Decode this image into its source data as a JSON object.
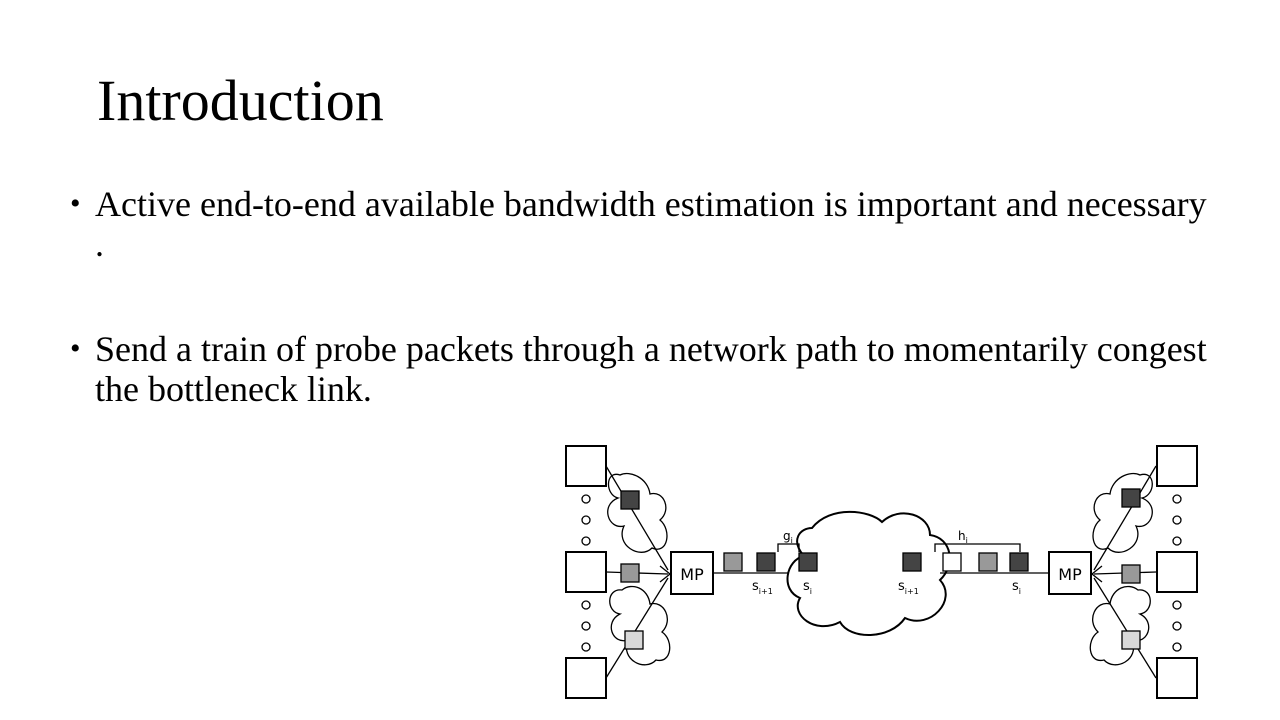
{
  "slide": {
    "title": "Introduction",
    "bullets": [
      {
        "text": "Active end-to-end available bandwidth estimation is important and necessary ."
      },
      {
        "text": "Send a train of probe packets through a network path to momentarily congest the bottleneck link."
      }
    ]
  },
  "diagram": {
    "left_mp": "MP",
    "right_mp": "MP",
    "gap_label": "g",
    "gap_sub": "i",
    "spacing_label": "h",
    "spacing_sub": "i",
    "packet_labels": [
      {
        "base": "s",
        "sub": "i+1"
      },
      {
        "base": "s",
        "sub": "i"
      },
      {
        "base": "s",
        "sub": "i+1"
      },
      {
        "base": "s",
        "sub": "i"
      }
    ],
    "colors": {
      "dark_packet": "#444444",
      "mid_packet": "#999999",
      "light_packet": "#d9d9d9",
      "line": "#000000"
    }
  }
}
